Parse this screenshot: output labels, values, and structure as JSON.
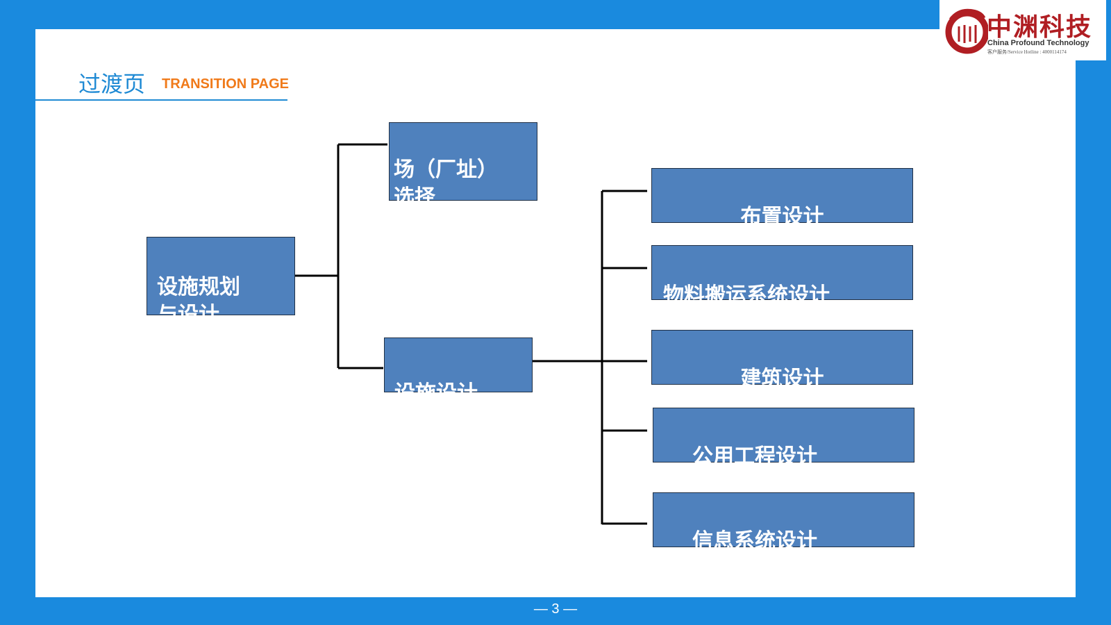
{
  "header": {
    "title_cn": "过渡页",
    "title_en": "TRANSITION PAGE"
  },
  "logo": {
    "name_cn": "中渊科技",
    "name_en": "China Profound Technology",
    "hotline": "客户服务/Service Hotline : 4000114174",
    "emblem_icon": "dragon-emblem-icon",
    "brand_color": "#b01e23"
  },
  "diagram": {
    "root": "设施规划\n    与设计",
    "level1": [
      "场（厂址）\n选择",
      "设施设计"
    ],
    "level2": [
      "布置设计",
      "物料搬运系统设计",
      "建筑设计",
      "公用工程设计",
      "信息系统设计"
    ]
  },
  "colors": {
    "frame": "#1a8ade",
    "box_fill": "#4f81bd",
    "heading_cn": "#1f8ad4",
    "heading_en": "#f07a1a"
  },
  "footer": {
    "page_number": "— 3 —"
  }
}
